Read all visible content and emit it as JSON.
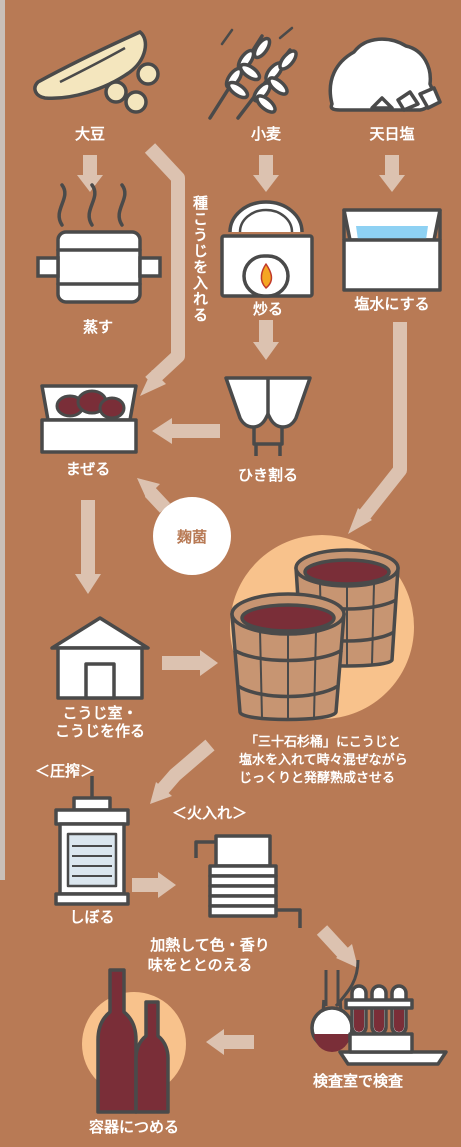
{
  "inputs": {
    "soybean": "大豆",
    "wheat": "小麦",
    "salt": "天日塩"
  },
  "steps": {
    "steam": "蒸す",
    "roast": "炒る",
    "brine": "塩水にする",
    "crack": "ひき割る",
    "mix": "まぜる",
    "seed_koji": "種こうじを入れる",
    "koji_mold": "麹菌",
    "koji_room_line1": "こうじ室・",
    "koji_room_line2": "こうじを作る",
    "ferment_line1": "「三十石杉桶」にこうじと",
    "ferment_line2": "塩水を入れて時々混ぜながら",
    "ferment_line3": "じっくりと発酵熟成させる",
    "press_header": "＜圧搾＞",
    "press": "しぼる",
    "heat_header": "＜火入れ＞",
    "heat_line1": "加熱して色・香り",
    "heat_line2": "味をととのえる",
    "inspect": "検査室で検査",
    "bottle": "容器につめる"
  },
  "colors": {
    "background": "#b87a55",
    "arrow": "#dcc2b0",
    "outline": "#4a4a4a",
    "soy_sauce": "#7a2e38",
    "highlight": "#f8c28c"
  }
}
